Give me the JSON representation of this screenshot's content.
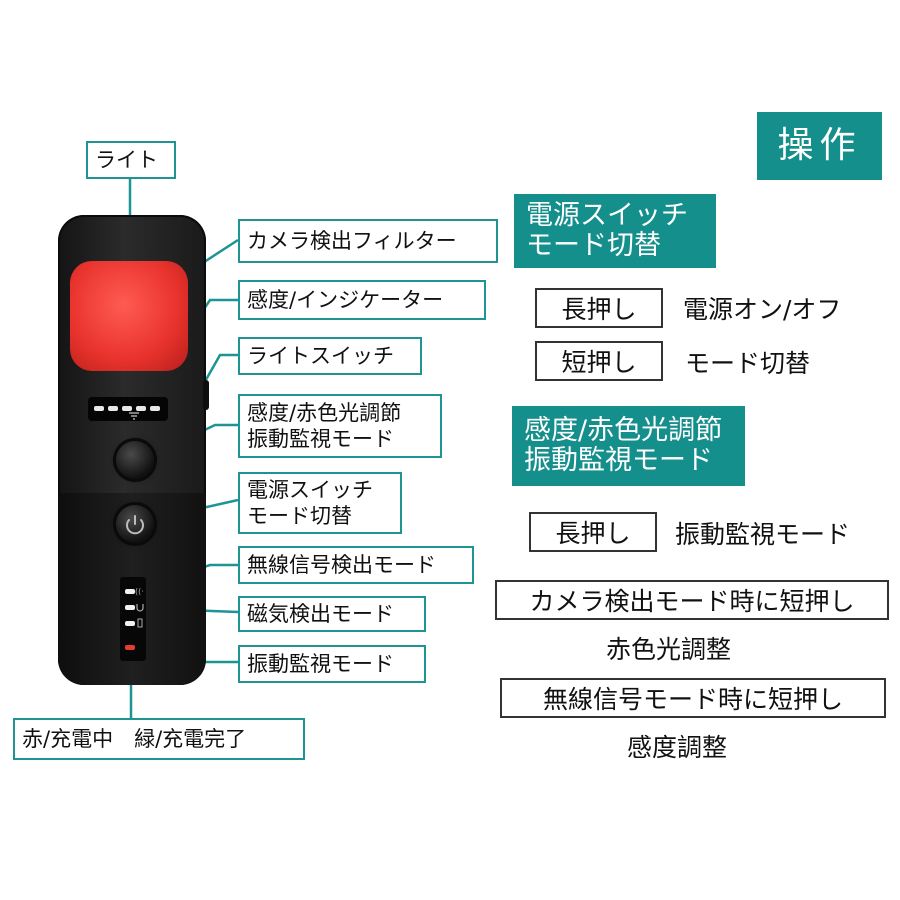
{
  "title": "操作",
  "colors": {
    "accent": "#158f8c",
    "line": "#1e9494",
    "lens": "#e8322c"
  },
  "device": {
    "icons": [
      "light-icon",
      "power-icon",
      "wireless-icon",
      "magnet-icon",
      "vibrate-icon"
    ]
  },
  "callouts": {
    "light": "ライト",
    "filter": "カメラ検出フィルター",
    "indicator": "感度/インジケーター",
    "light_switch": "ライトスイッチ",
    "sens_line1": "感度/赤色光調節",
    "sens_line2": "振動監視モード",
    "power_line1": "電源スイッチ",
    "power_line2": "モード切替",
    "wireless": "無線信号検出モード",
    "magnet": "磁気検出モード",
    "vibrate": "振動監視モード",
    "charge": "赤/充電中　緑/充電完了"
  },
  "right": {
    "power_header_line1": "電源スイッチ",
    "power_header_line2": "モード切替",
    "long_press_1": "長押し",
    "long_press_1_desc": "電源オン/オフ",
    "short_press_1": "短押し",
    "short_press_1_desc": "モード切替",
    "sens_header_line1": "感度/赤色光調節",
    "sens_header_line2": "振動監視モード",
    "long_press_2": "長押し",
    "long_press_2_desc": "振動監視モード",
    "camera_short": "カメラ検出モード時に短押し",
    "camera_short_desc": "赤色光調整",
    "wireless_short": "無線信号モード時に短押し",
    "wireless_short_desc": "感度調整"
  }
}
